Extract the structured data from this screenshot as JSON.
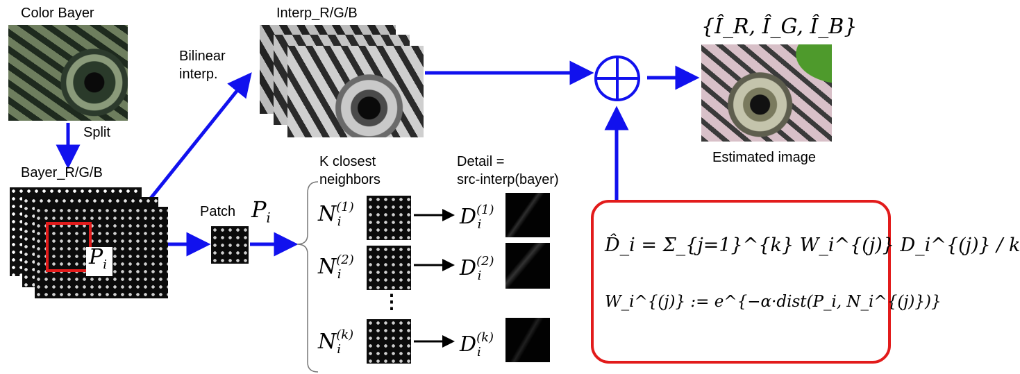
{
  "labels": {
    "color_bayer": "Color Bayer",
    "split": "Split",
    "bayer_rgb": "Bayer_R/G/B",
    "bilinear_1": "Bilinear",
    "bilinear_2": "interp.",
    "interp_rgb": "Interp_R/G/B",
    "patch": "Patch",
    "k_closest_1": "K closest",
    "k_closest_2": "neighbors",
    "detail_1": "Detail =",
    "detail_2": "src-interp(bayer)",
    "estimated": "Estimated image",
    "vdots": "⋮"
  },
  "math": {
    "P_base": "P",
    "P_sub": "i",
    "N_base": "N",
    "N_sub": "i",
    "N1_sup": "(1)",
    "N2_sup": "(2)",
    "Nk_sup": "(k)",
    "D_base": "D",
    "D_sub": "i",
    "D1_sup": "(1)",
    "D2_sup": "(2)",
    "Dk_sup": "(k)",
    "output_set": "{Î_R, Î_G, Î_B}",
    "formula_1": "D̂_i = Σ_{j=1}^{k} W_i^{(j)} D_i^{(j)} / k",
    "formula_2": "W_i^{(j)} := e^{−α·dist(P_i, N_i^{(j)})}"
  },
  "colors": {
    "arrow_blue": "#1111ee",
    "highlight_red": "#e21b1b",
    "eye_gray": "#9c9c9c",
    "feather_green": "#4e9a2c",
    "skin_pink": "#d8c0c8"
  }
}
